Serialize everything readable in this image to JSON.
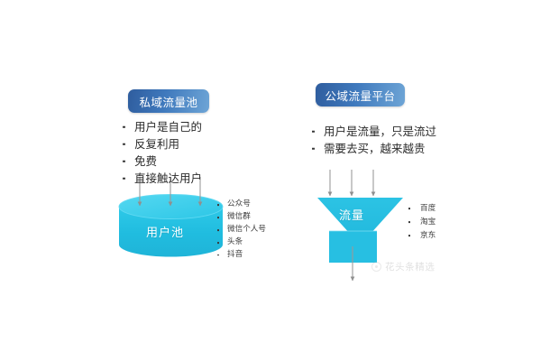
{
  "diagram": {
    "title_private": "私域流量池",
    "title_public": "公域流量平台",
    "private": {
      "badge": "私域流量池",
      "points": [
        "用户是自己的",
        "反复利用",
        "免费",
        "直接触达用户"
      ],
      "shape_label": "用户池",
      "channels": [
        "公众号",
        "微信群",
        "微信个人号",
        "头条",
        "抖音"
      ]
    },
    "public": {
      "badge": "公域流量平台",
      "points": [
        "用户是流量，只是流过",
        "需要去买，越来越贵"
      ],
      "shape_label": "流量",
      "channels": [
        "百度",
        "淘宝",
        "京东"
      ]
    }
  },
  "watermark": {
    "text": "花头条精选",
    "icon": "circle-logo-icon"
  },
  "colors": {
    "badge_gradient_start": "#2f5d9e",
    "badge_gradient_end": "#6ea5d6",
    "cylinder_body": "#24bfe0",
    "cylinder_top": "#46d0ec",
    "funnel_fill": "#29bfe2",
    "arrow_gray": "#9a9a9a",
    "background": "#ffffff",
    "text": "#2b2b2b"
  }
}
